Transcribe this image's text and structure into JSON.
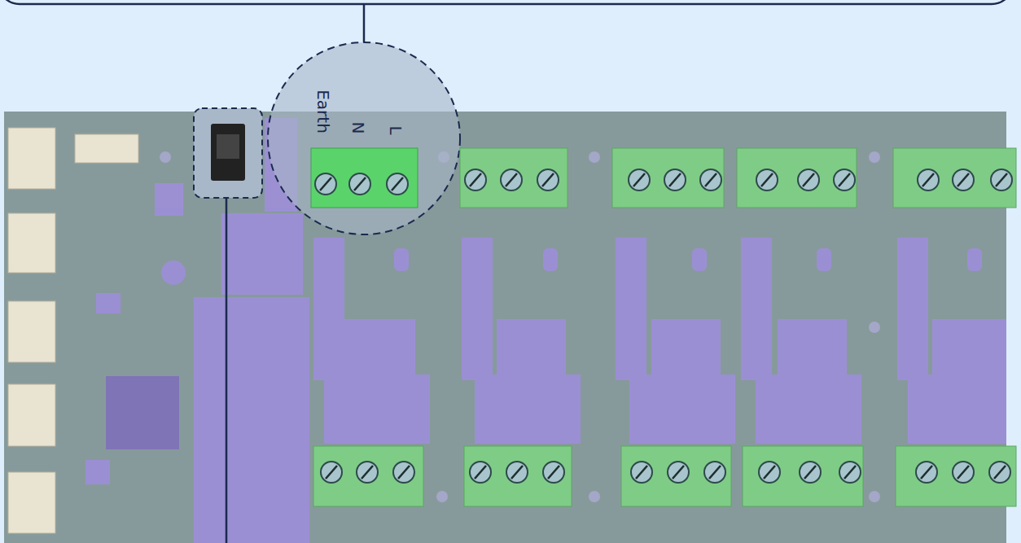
{
  "diagram": {
    "labels": [
      "Earth",
      "N",
      "L"
    ]
  }
}
